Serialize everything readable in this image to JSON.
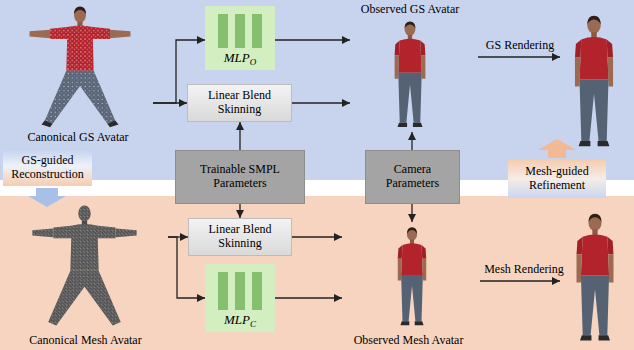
{
  "diagram": {
    "nodes": [
      {
        "text": [
          "MLP",
          "O"
        ]
      },
      {
        "text": [
          "Observed GS Avatar"
        ]
      },
      {
        "text": [
          "Canonical GS Avatar"
        ]
      },
      {
        "text": [
          "Linear Blend Skinning"
        ]
      },
      {
        "text": [
          "GS-guided Reconstruction"
        ]
      },
      {
        "text": [
          "Trainable SMPL Parameters"
        ]
      },
      {
        "text": [
          "Camera Parameters"
        ]
      },
      {
        "text": [
          "Mesh-guided Refinement"
        ]
      },
      {
        "text": [
          "Linear Blend Skinning"
        ]
      },
      {
        "text": [
          "MLP",
          "C"
        ]
      },
      {
        "text": [
          "Canonical Mesh Avatar"
        ]
      },
      {
        "text": [
          "Observed Mesh Avatar"
        ]
      }
    ],
    "edges": [
      {
        "from": 2,
        "to": 3,
        "arrow": "to"
      },
      {
        "from": 2,
        "to": 0,
        "arrow": "to"
      },
      {
        "from": 0,
        "to": 1,
        "arrow": "to"
      },
      {
        "from": 3,
        "to": 1,
        "arrow": "to"
      },
      {
        "from": 5,
        "to": 3,
        "arrow": "to"
      },
      {
        "from": 5,
        "to": 8,
        "arrow": "to"
      },
      {
        "from": 6,
        "to": 1,
        "arrow": "to"
      },
      {
        "from": 6,
        "to": 11,
        "arrow": "to"
      },
      {
        "from": 10,
        "to": 8,
        "arrow": "to"
      },
      {
        "from": 10,
        "to": 9,
        "arrow": "to"
      },
      {
        "from": 8,
        "to": 11,
        "arrow": "to"
      },
      {
        "from": 9,
        "to": 11,
        "arrow": "to"
      }
    ],
    "labels": [
      "GS Rendering",
      "Mesh Rendering"
    ]
  }
}
